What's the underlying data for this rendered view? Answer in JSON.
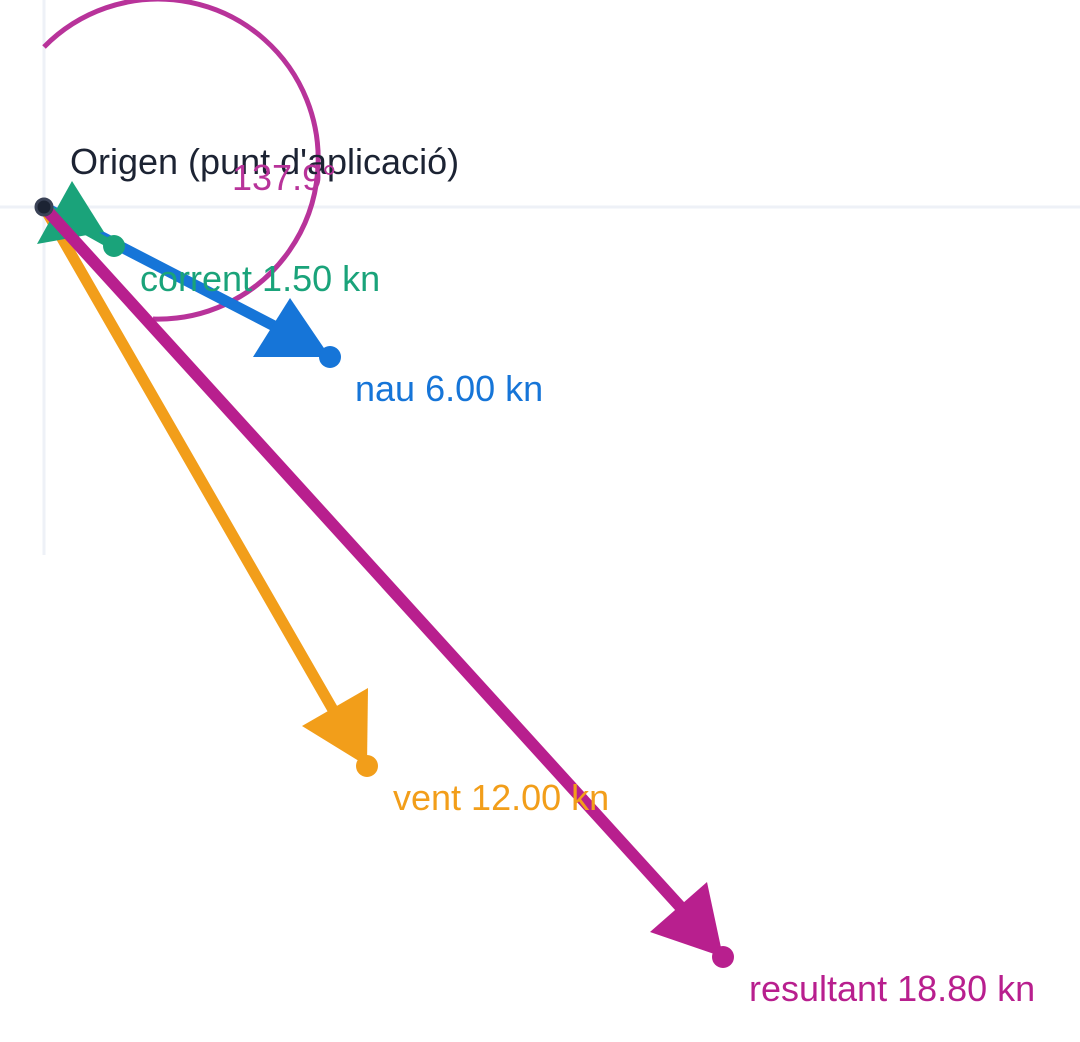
{
  "origin_label": "Origen (punt d'aplicació)",
  "angle": {
    "label": "137.9°",
    "value_deg": 137.9,
    "color": "#b8339a"
  },
  "colors": {
    "axis": "#eef1f7",
    "origin_fill": "#1c2333",
    "origin_stroke": "#3a4256"
  },
  "vectors": [
    {
      "id": "corrent",
      "name": "corrent",
      "magnitude": 1.5,
      "unit": "kn",
      "label": "corrent 1.50 kn",
      "color": "#1aa37a"
    },
    {
      "id": "nau",
      "name": "nau",
      "magnitude": 6.0,
      "unit": "kn",
      "label": "nau 6.00 kn",
      "color": "#1675d8"
    },
    {
      "id": "vent",
      "name": "vent",
      "magnitude": 12.0,
      "unit": "kn",
      "label": "vent 12.00 kn",
      "color": "#f29e1a"
    },
    {
      "id": "resultant",
      "name": "resultant",
      "magnitude": 18.8,
      "unit": "kn",
      "label": "resultant 18.80 kn",
      "color": "#b81f8e"
    }
  ]
}
